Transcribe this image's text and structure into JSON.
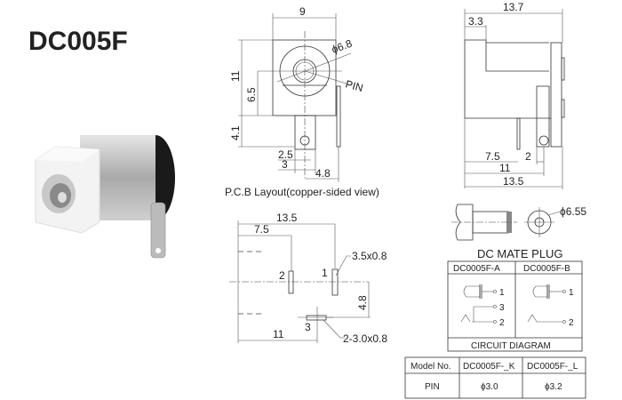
{
  "title": "DC005F",
  "front_view": {
    "width": "9",
    "diameter": "ϕ6.8",
    "pin_label": "PIN",
    "height": "11",
    "center_height": "6.5",
    "pin_height": "4.1",
    "dim_a": "2.5",
    "dim_b": "3",
    "dim_c": "4.8",
    "caption": "P.C.B Layout(copper-sided view)"
  },
  "side_view": {
    "total_length": "13.7",
    "step": "3.3",
    "pin2_pos": "7.5",
    "pin_gap": "2",
    "pin1_pos": "11",
    "base_length": "13.5"
  },
  "plug": {
    "diameter": "ϕ6.55"
  },
  "pcb_layout": {
    "total": "13.5",
    "pin2_pos": "7.5",
    "pad_size": "3.5x0.8",
    "pad1": "1",
    "pad2": "2",
    "pad3": "3",
    "offset": "4.8",
    "pin3_pos": "11",
    "pad3_size": "2-3.0x0.8"
  },
  "mate_plug": {
    "title": "DC MATE PLUG",
    "col_a": "DC0005F-A",
    "col_b": "DC0005F-B",
    "pins_a": [
      "1",
      "3",
      "2"
    ],
    "pins_b": [
      "1",
      "2"
    ],
    "footer": "CIRCUIT DIAGRAM"
  },
  "model_table": {
    "headers": [
      "Model No.",
      "DC0005F-_K",
      "DC0005F-_L"
    ],
    "row": [
      "PIN",
      "ϕ3.0",
      "ϕ3.2"
    ]
  },
  "colors": {
    "line": "#333333",
    "body": "#f4f4f4",
    "metal": "#b8b8b8",
    "rear": "#1a1a1a"
  }
}
